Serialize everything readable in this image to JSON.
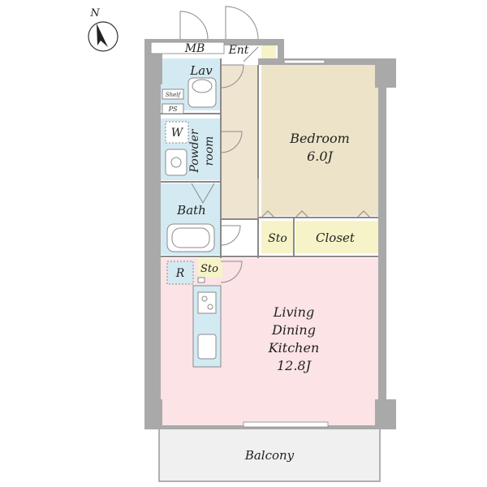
{
  "compass": {
    "north_label": "N"
  },
  "rooms": {
    "mb": "MB",
    "ent": "Ent",
    "lav": "Lav",
    "shelf": "Shelf",
    "ps": "PS",
    "washer": "W",
    "powder_line1": "Powder",
    "powder_line2": "room",
    "bedroom_name": "Bedroom",
    "bedroom_size": "6.0J",
    "bath": "Bath",
    "sto_bedroom": "Sto",
    "closet": "Closet",
    "fridge": "R",
    "sto_kitchen": "Sto",
    "ldk_line1": "Living",
    "ldk_line2": "Dining",
    "ldk_line3": "Kitchen",
    "ldk_size": "12.8J",
    "balcony": "Balcony"
  },
  "colors": {
    "wall": "#a9a9a9",
    "wet_area": "#d4eaf3",
    "corridor": "#eee4d0",
    "bedroom": "#ede3c8",
    "closet": "#f6f3c8",
    "ldk": "#fbe3e6",
    "balcony": "#f0f0f0",
    "fixture_line": "#8a8a8a"
  }
}
